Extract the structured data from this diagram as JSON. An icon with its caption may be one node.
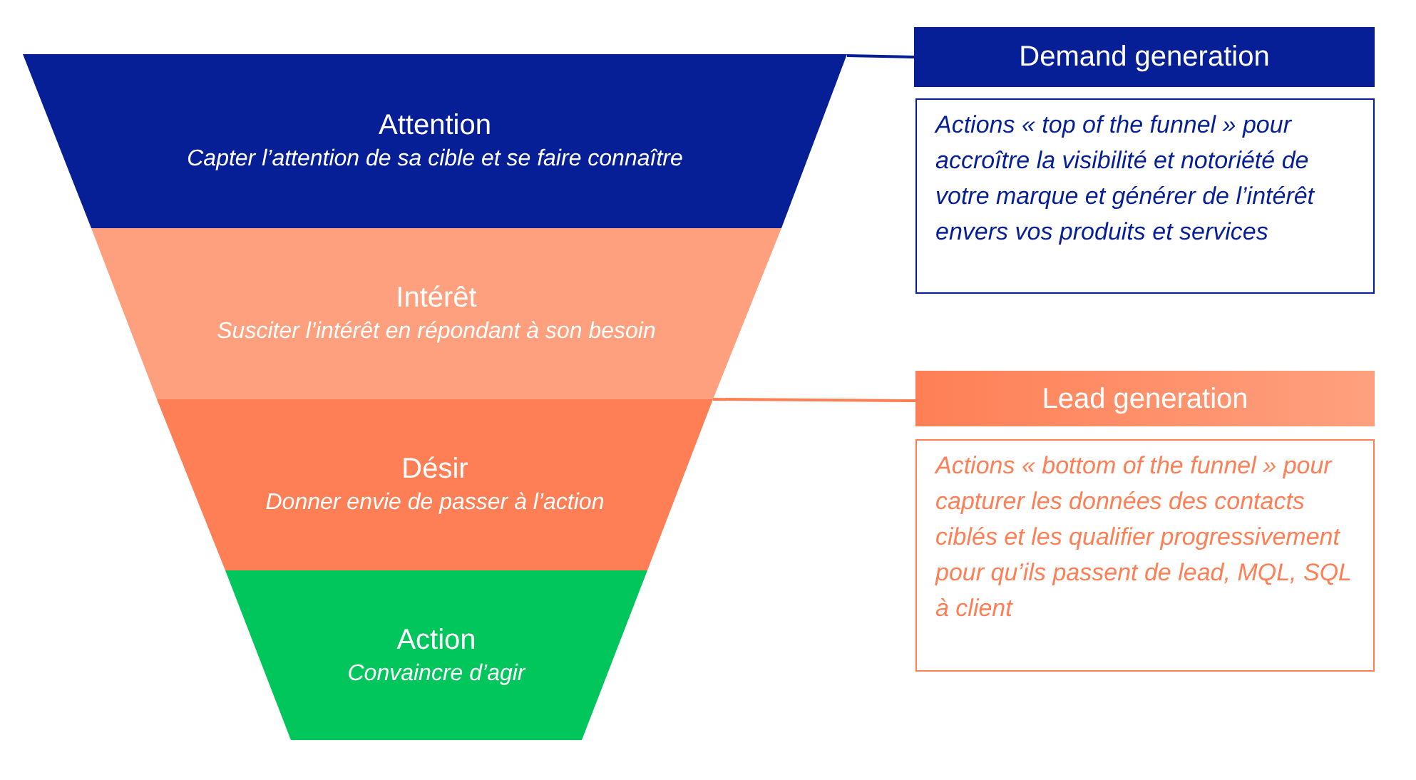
{
  "diagram": {
    "nodes": [
      {
        "text": [
          "Attention",
          "Capter l’attention de sa cible et se faire connaître"
        ]
      },
      {
        "text": [
          "Intérêt",
          "Susciter l’intérêt en répondant à son besoin"
        ]
      },
      {
        "text": [
          "Désir",
          "Donner envie de passer à l’action"
        ]
      },
      {
        "text": [
          "Action",
          "Convaincre d’agir"
        ]
      },
      {
        "text": [
          "Demand generation"
        ]
      },
      {
        "text": [
          "Actions « top of the funnel » pour accroître la visibilité et notoriété de votre marque et générer de l’intérêt envers vos produits et services"
        ]
      },
      {
        "text": [
          "Lead generation"
        ]
      },
      {
        "text": [
          "Actions « bottom of the funnel » pour capturer les données des contacts ciblés et les qualifier progressivement pour qu’ils passent de lead, MQL, SQL à client"
        ]
      }
    ],
    "edges": [
      {
        "from": 0,
        "to": 4,
        "arrow": "none",
        "color": "#061f96"
      },
      {
        "from": 2,
        "to": 6,
        "arrow": "none",
        "color": "#fe7f55"
      }
    ]
  }
}
